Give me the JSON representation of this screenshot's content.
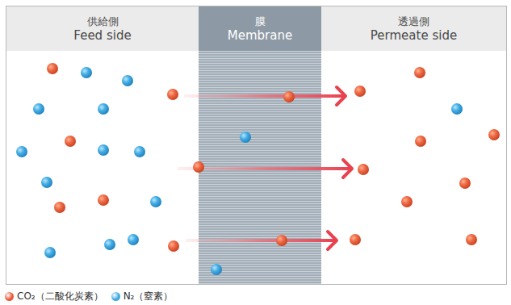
{
  "diagram": {
    "nodes": [
      {
        "text": [
          "供給側",
          "Feed side"
        ]
      },
      {
        "text": [
          "膜",
          "Membrane"
        ]
      },
      {
        "text": [
          "透過側",
          "Permeate side"
        ]
      }
    ],
    "legend": [
      {
        "text": "CO₂（二酸化炭素）",
        "color": "#e8583a"
      },
      {
        "text": "N₂（窒素）",
        "color": "#3ea8df"
      }
    ]
  }
}
